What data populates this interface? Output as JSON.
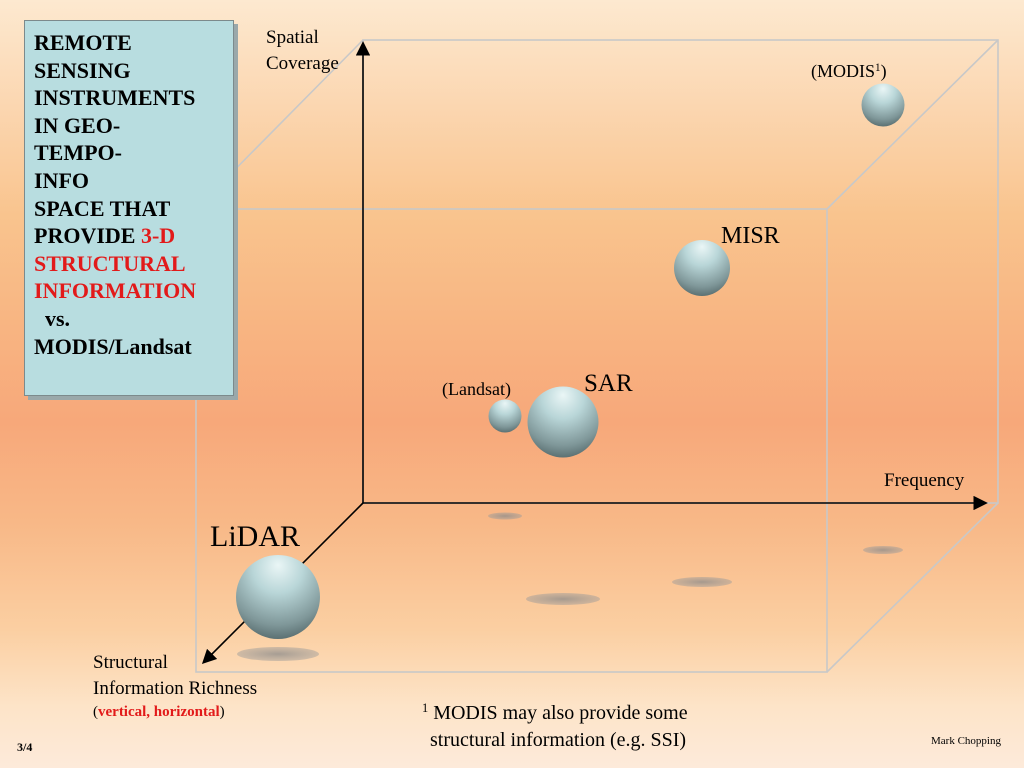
{
  "title_box": {
    "lines": [
      {
        "text": "REMOTE",
        "accent": false
      },
      {
        "text": "SENSING",
        "accent": false
      },
      {
        "text": "INSTRUMENTS",
        "accent": false
      },
      {
        "text": "IN GEO-",
        "accent": false
      },
      {
        "text": "TEMPO-",
        "accent": false
      },
      {
        "text": "INFO",
        "accent": false
      },
      {
        "text": "SPACE THAT",
        "accent": false
      },
      {
        "text": "PROVIDE ",
        "accent": false,
        "accent_suffix": "3-D"
      },
      {
        "text": "STRUCTURAL",
        "accent": true
      },
      {
        "text": "INFORMATION",
        "accent": true
      },
      {
        "text": "  vs.",
        "accent": false
      },
      {
        "text": "MODIS/Landsat",
        "accent": false
      }
    ]
  },
  "axes": {
    "vertical": {
      "line1": "Spatial",
      "line2": "Coverage"
    },
    "horizontal": {
      "label": "Frequency"
    },
    "depth": {
      "line1": "Structural",
      "line2": "Information Richness",
      "paren_open": "(",
      "emph": "vertical, horizontal",
      "paren_close": ")"
    }
  },
  "instruments": {
    "modis": {
      "label": "(MODIS",
      "sup": "1",
      "close": ")"
    },
    "misr": {
      "label": "MISR"
    },
    "landsat": {
      "label": "(Landsat)"
    },
    "sar": {
      "label": "SAR"
    },
    "lidar": {
      "label": "LiDAR"
    }
  },
  "footnote": {
    "sup": "1",
    "line1": " MODIS may also provide some",
    "line2": "structural information (e.g. SSI)"
  },
  "page_number": "3/4",
  "author": "Mark Chopping",
  "colors": {
    "accent": "#e21a1a",
    "title_box_bg": "#b8dde0",
    "sphere_light": "#dff1f1",
    "sphere_dark": "#54686a",
    "cube_edge": "#c8c8c8"
  }
}
